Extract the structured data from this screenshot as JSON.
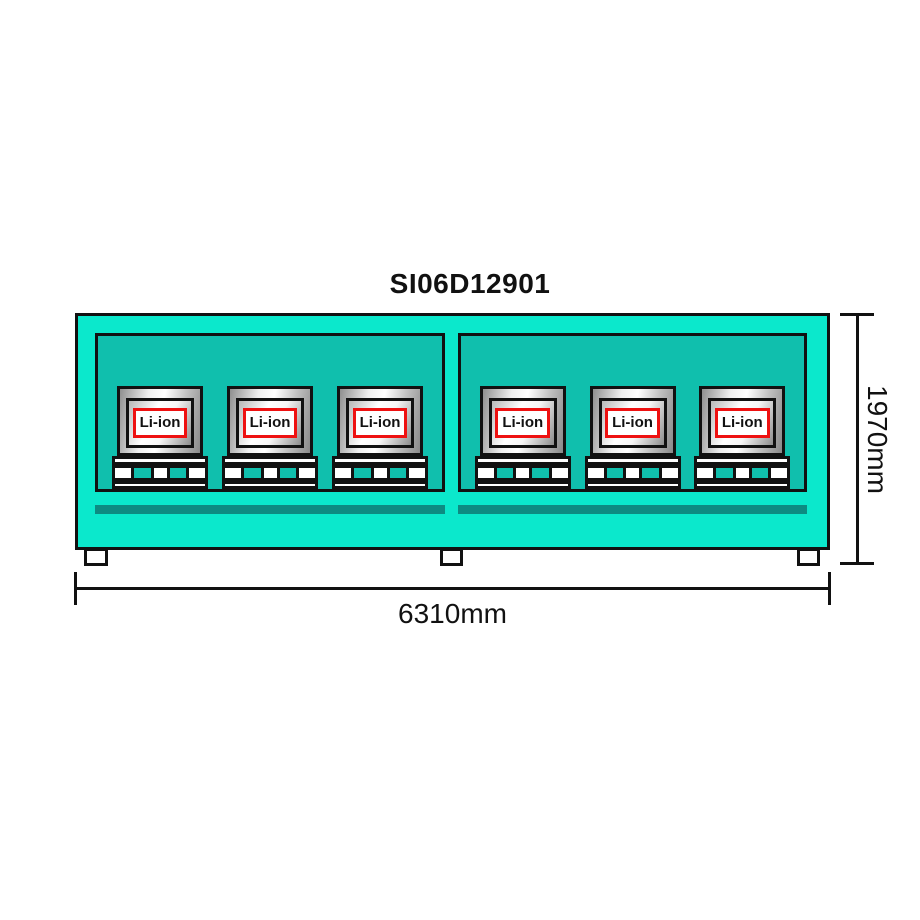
{
  "title": "SI06D12901",
  "dimensions": {
    "width": "6310mm",
    "height": "1970mm"
  },
  "battery": {
    "label": "Li-ion",
    "per_panel": 3,
    "total": 6
  },
  "colors": {
    "container_fill": "#0be8cc",
    "panel_fill": "#10bfad",
    "stripe_fill": "#0d8b82",
    "outline": "#111111",
    "label_border": "#ee1111"
  }
}
